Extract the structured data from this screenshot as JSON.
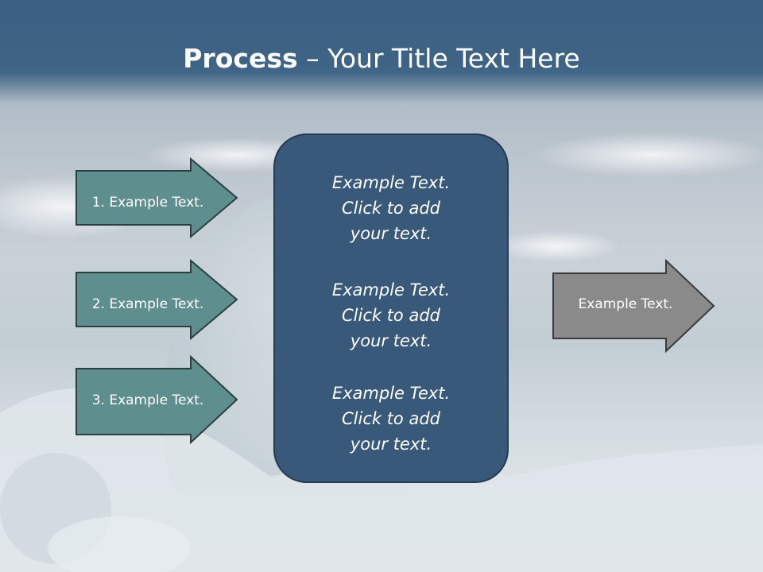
{
  "title": {
    "bold": "Process",
    "rest": " – Your Title Text Here"
  },
  "inputs": [
    {
      "label": "1. Example Text."
    },
    {
      "label": "2. Example Text."
    },
    {
      "label": "3. Example Text."
    }
  ],
  "center_blocks": [
    {
      "lines": [
        "Example Text.",
        "Click  to add",
        "your text."
      ]
    },
    {
      "lines": [
        "Example Text.",
        "Click  to add",
        "your text."
      ]
    },
    {
      "lines": [
        "Example Text.",
        "Click  to add",
        "your text."
      ]
    }
  ],
  "output": {
    "label": "Example Text."
  },
  "colors": {
    "title_band": "#3f6485",
    "input_arrow": "#5f8e8e",
    "center_box": "#38597a",
    "output_arrow": "#8a8a8a"
  }
}
